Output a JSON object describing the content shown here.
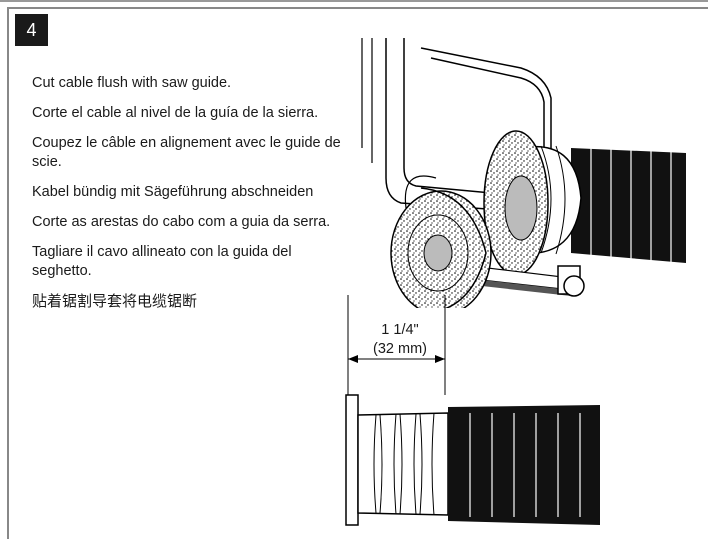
{
  "step": {
    "number": "4"
  },
  "instructions": [
    "Cut cable flush with saw  guide.",
    "Corte el cable al nivel de la guía de la sierra.",
    "Coupez le câble en alignement avec le guide de scie.",
    "Kabel bündig mit Sägeführung abschneiden",
    "Corte as arestas do cabo com a guia da serra.",
    "Tagliare il cavo allineato con la guida del seghetto.",
    "贴着锯割导套将电缆锯断"
  ],
  "dimension": {
    "imperial": "1 1/4\"",
    "metric": "(32 mm)"
  },
  "illustrations": {
    "top": "saw-cutting-cable-illustration",
    "bottom": "cable-dimension-illustration"
  }
}
